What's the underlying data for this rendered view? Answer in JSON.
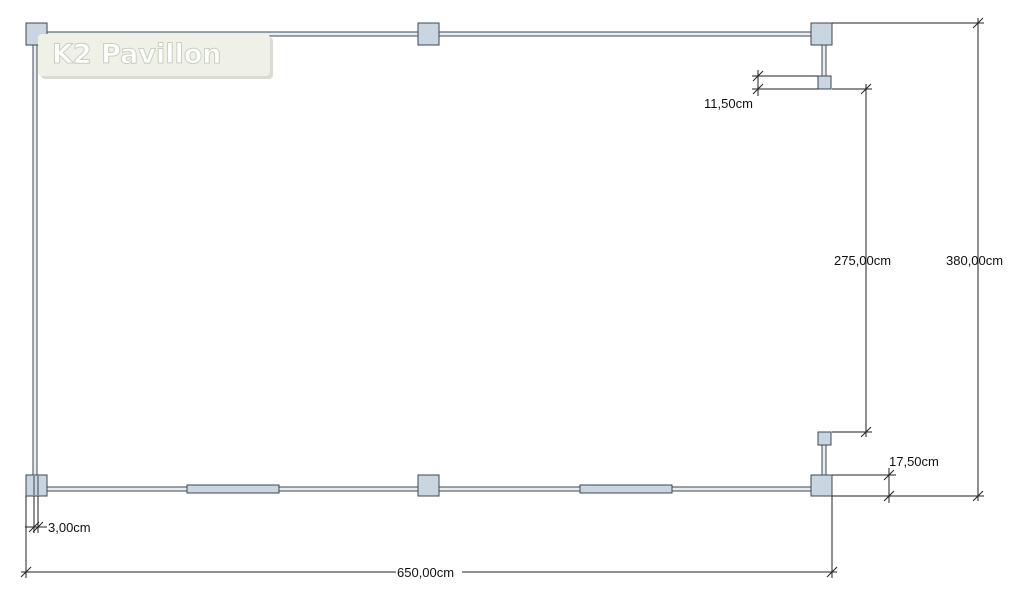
{
  "logo": {
    "text": "K2 Pavillon"
  },
  "dimensions": {
    "top_offset": "11,50cm",
    "inner_height": "275,00cm",
    "total_height": "380,00cm",
    "bottom_offset": "17,50cm",
    "wall_thickness": "3,00cm",
    "total_width": "650,00cm"
  },
  "colors": {
    "post_fill": "#c9d6e1",
    "post_stroke": "#3c4752",
    "wall_fill": "#e7eef3",
    "line": "#222222",
    "logo_bg": "#eff1e6"
  }
}
